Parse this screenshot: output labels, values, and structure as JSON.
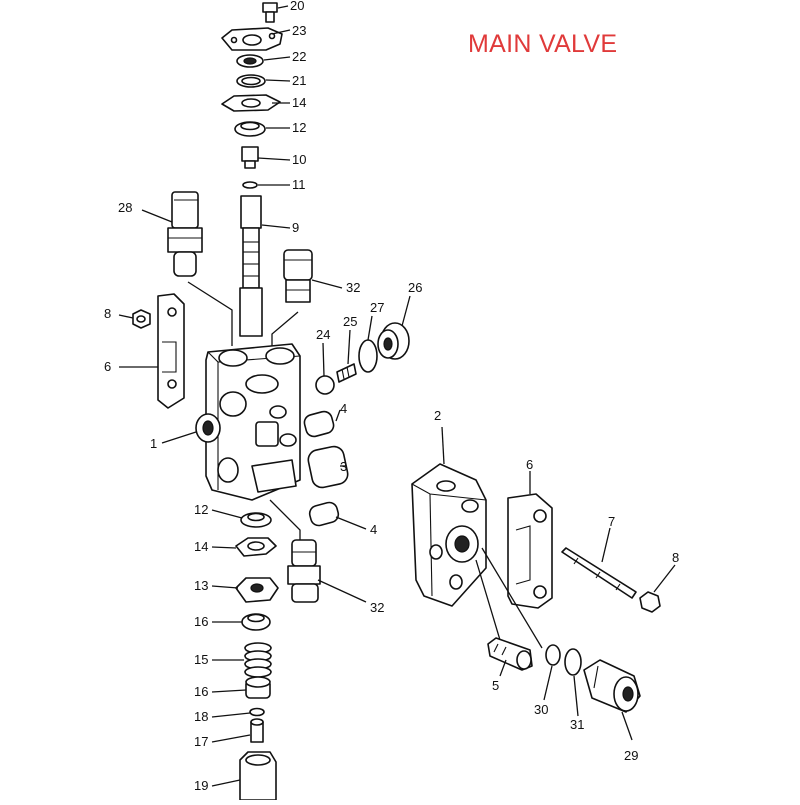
{
  "title": "MAIN VALVE",
  "callouts": {
    "c20": "20",
    "c23": "23",
    "c22": "22",
    "c21": "21",
    "c14a": "14",
    "c12a": "12",
    "c10": "10",
    "c11": "11",
    "c9": "9",
    "c28": "28",
    "c32a": "32",
    "c27": "27",
    "c26": "26",
    "c25": "25",
    "c24": "24",
    "c8a": "8",
    "c6a": "6",
    "c4a": "4",
    "c3": "3",
    "c4b": "4",
    "c1": "1",
    "c2": "2",
    "c6b": "6",
    "c7": "7",
    "c8b": "8",
    "c12b": "12",
    "c14b": "14",
    "c13": "13",
    "c16a": "16",
    "c15": "15",
    "c16b": "16",
    "c18": "18",
    "c17": "17",
    "c19": "19",
    "c32b": "32",
    "c5": "5",
    "c30": "30",
    "c31": "31",
    "c29": "29"
  },
  "colors": {
    "title": "#e03a3a",
    "line": "#111111",
    "background": "#ffffff"
  }
}
